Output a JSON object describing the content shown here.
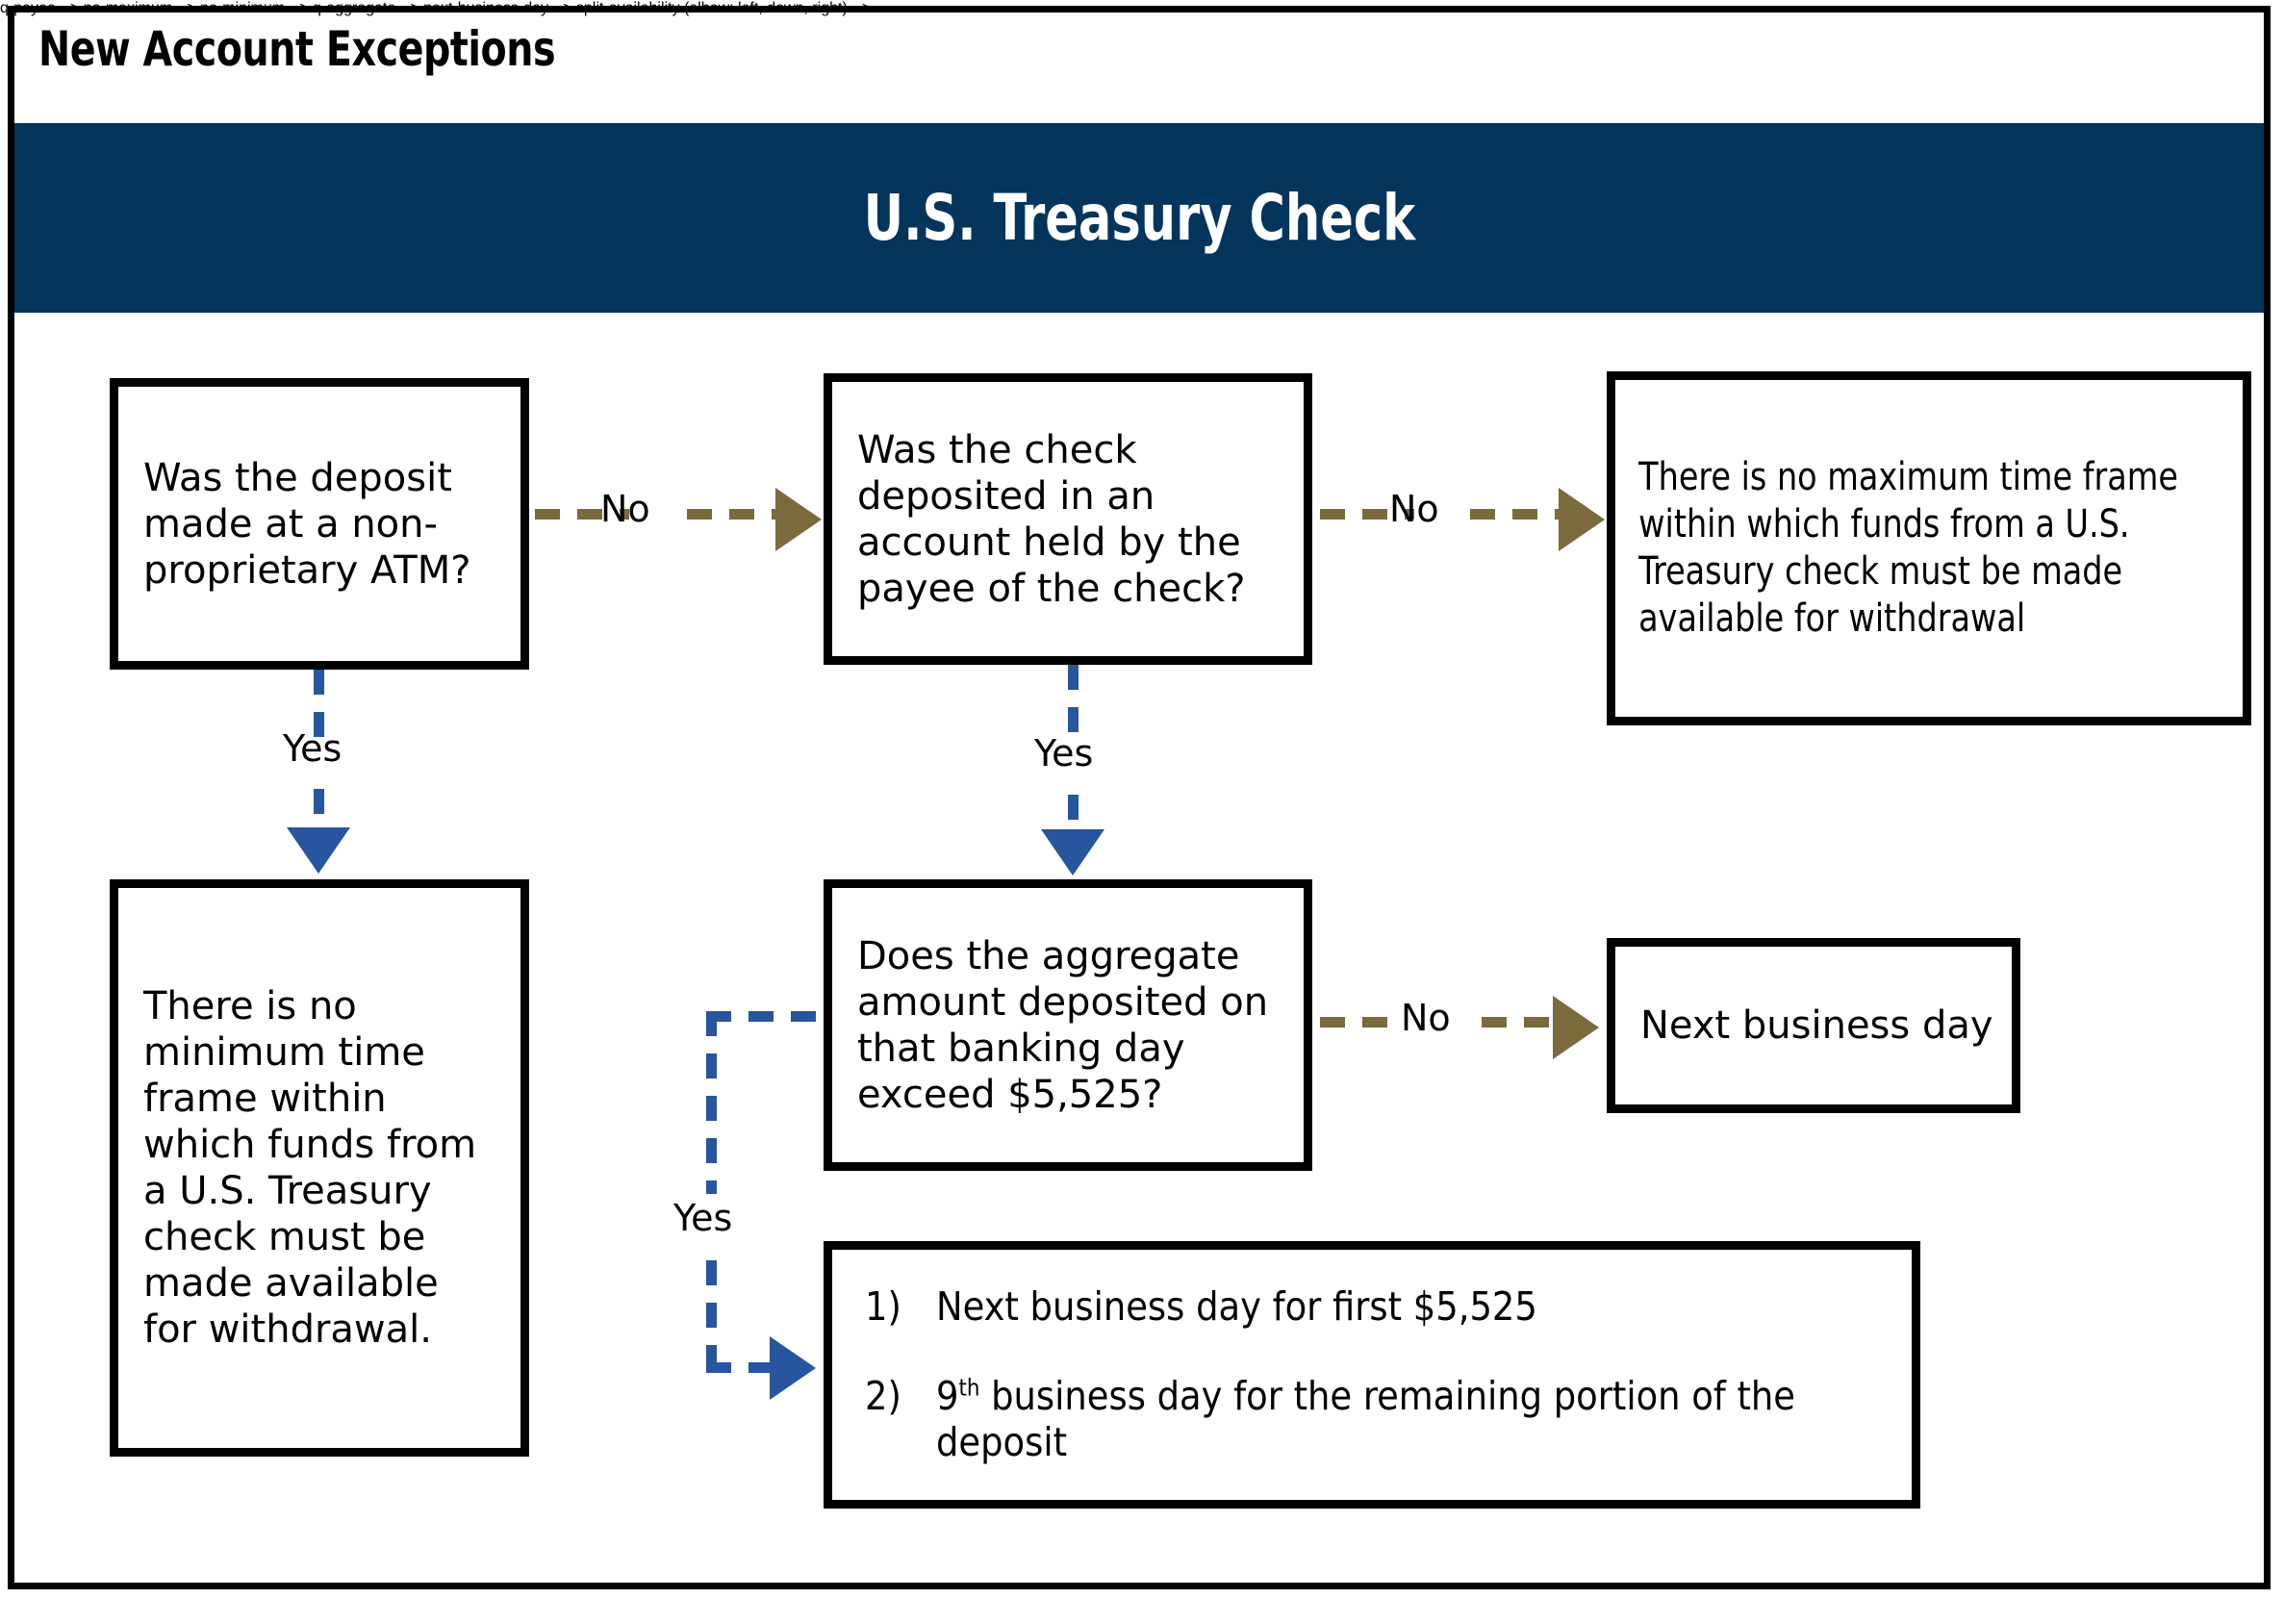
{
  "document": {
    "title": "New Account Exceptions"
  },
  "banner": {
    "title": "U.S. Treasury Check",
    "background_color": "#03345c",
    "text_color": "#ffffff"
  },
  "colors": {
    "no_branch": "#7a6a3c",
    "yes_branch": "#27559e",
    "box_border": "#000000",
    "page_background": "#ffffff"
  },
  "flowchart": {
    "nodes": [
      {
        "id": "q-atm",
        "type": "decision",
        "text": "Was the deposit made at a non-proprietary ATM?"
      },
      {
        "id": "q-payee",
        "type": "decision",
        "text": "Was the check deposited in an account held by the payee of the check?"
      },
      {
        "id": "no-maximum",
        "type": "outcome",
        "text": "There is no maximum time frame within which funds from a U.S. Treasury check must be made available for withdrawal"
      },
      {
        "id": "no-minimum",
        "type": "outcome",
        "text": "There is no minimum time frame within which funds from a U.S. Treasury check must be made available for withdrawal."
      },
      {
        "id": "q-aggregate",
        "type": "decision",
        "text": "Does the aggregate amount deposited on that banking day exceed $5,525?"
      },
      {
        "id": "next-business-day",
        "type": "outcome",
        "text": "Next business day"
      },
      {
        "id": "split-availability",
        "type": "outcome-list",
        "items": [
          {
            "number": "1)",
            "text": "Next business day for first $5,525"
          },
          {
            "number": "2)",
            "text_before": "9",
            "superscript": "th",
            "text_after": " business day for the remaining portion of the deposit"
          }
        ]
      }
    ],
    "edges": [
      {
        "id": "atm-no",
        "label": "No",
        "from": "q-atm",
        "to": "q-payee",
        "branch": "no"
      },
      {
        "id": "atm-yes",
        "label": "Yes",
        "from": "q-atm",
        "to": "no-minimum",
        "branch": "yes"
      },
      {
        "id": "payee-no",
        "label": "No",
        "from": "q-payee",
        "to": "no-maximum",
        "branch": "no"
      },
      {
        "id": "payee-yes",
        "label": "Yes",
        "from": "q-payee",
        "to": "q-aggregate",
        "branch": "yes"
      },
      {
        "id": "aggregate-no",
        "label": "No",
        "from": "q-aggregate",
        "to": "next-business-day",
        "branch": "no"
      },
      {
        "id": "aggregate-yes",
        "label": "Yes",
        "from": "q-aggregate",
        "to": "split-availability",
        "branch": "yes"
      }
    ]
  }
}
